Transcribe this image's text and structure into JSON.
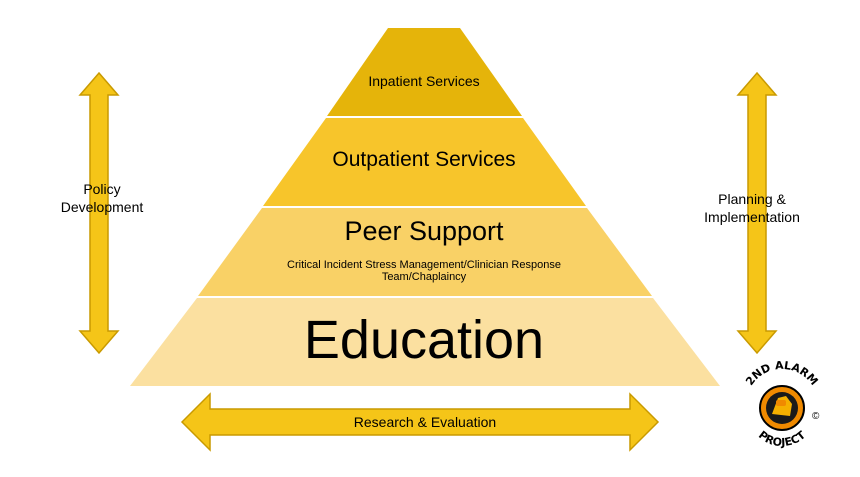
{
  "pyramid": {
    "levels": [
      {
        "title": "Inpatient Services",
        "color": "#e5b40a"
      },
      {
        "title": "Outpatient Services",
        "color": "#f7c52b"
      },
      {
        "title": "Peer Support",
        "subtitle_line1": "Critical Incident Stress Management/Clinician Response",
        "subtitle_line2": "Team/Chaplaincy",
        "color": "#f9d166"
      },
      {
        "title": "Education",
        "color": "#fbe0a0"
      }
    ]
  },
  "arrows": {
    "left": {
      "label_line1": "Policy",
      "label_line2": "Development"
    },
    "right": {
      "label_line1": "Planning &",
      "label_line2": "Implementation"
    },
    "bottom": {
      "label": "Research & Evaluation"
    },
    "fill_color": "#f5c518",
    "stroke_color": "#c99a00"
  },
  "logo": {
    "top_text": "2ND ALARM",
    "bottom_text": "PROJECT",
    "copyright": "©"
  }
}
